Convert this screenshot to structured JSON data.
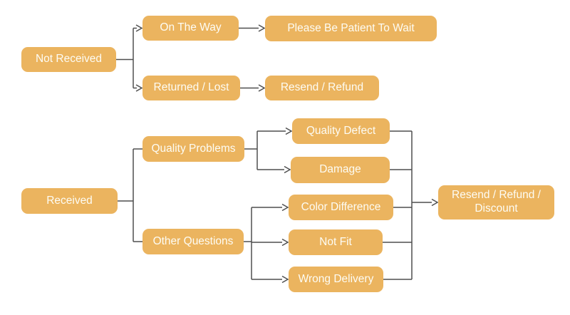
{
  "diagram": {
    "type": "flowchart",
    "colors": {
      "node_fill": "#EBB45F",
      "node_text": "#FDFCF4",
      "connector": "#4F4F4F",
      "background": "#FFFFFF"
    },
    "nodes": {
      "not_received": {
        "label": "Not Received"
      },
      "on_the_way": {
        "label": "On The Way"
      },
      "please_wait": {
        "label": "Please Be Patient To Wait"
      },
      "returned_lost": {
        "label": "Returned / Lost"
      },
      "resend_refund": {
        "label": "Resend / Refund"
      },
      "received": {
        "label": "Received"
      },
      "quality_problems": {
        "label": "Quality Problems"
      },
      "other_questions": {
        "label": "Other Questions"
      },
      "quality_defect": {
        "label": "Quality Defect"
      },
      "damage": {
        "label": "Damage"
      },
      "color_difference": {
        "label": "Color Difference"
      },
      "not_fit": {
        "label": "Not Fit"
      },
      "wrong_delivery": {
        "label": "Wrong Delivery"
      },
      "resend_refund_discount": {
        "label": "Resend / Refund / Discount"
      }
    },
    "edges": [
      {
        "from": "Not Received",
        "to": "On The Way"
      },
      {
        "from": "Not Received",
        "to": "Returned / Lost"
      },
      {
        "from": "On The Way",
        "to": "Please Be Patient To Wait"
      },
      {
        "from": "Returned / Lost",
        "to": "Resend / Refund"
      },
      {
        "from": "Received",
        "to": "Quality Problems"
      },
      {
        "from": "Received",
        "to": "Other Questions"
      },
      {
        "from": "Quality Problems",
        "to": "Quality Defect"
      },
      {
        "from": "Quality Problems",
        "to": "Damage"
      },
      {
        "from": "Other Questions",
        "to": "Color Difference"
      },
      {
        "from": "Other Questions",
        "to": "Not Fit"
      },
      {
        "from": "Other Questions",
        "to": "Wrong Delivery"
      },
      {
        "from": "Quality Defect",
        "to": "Resend / Refund / Discount"
      },
      {
        "from": "Damage",
        "to": "Resend / Refund / Discount"
      },
      {
        "from": "Color Difference",
        "to": "Resend / Refund / Discount"
      },
      {
        "from": "Not Fit",
        "to": "Resend / Refund / Discount"
      },
      {
        "from": "Wrong Delivery",
        "to": "Resend / Refund / Discount"
      }
    ]
  }
}
